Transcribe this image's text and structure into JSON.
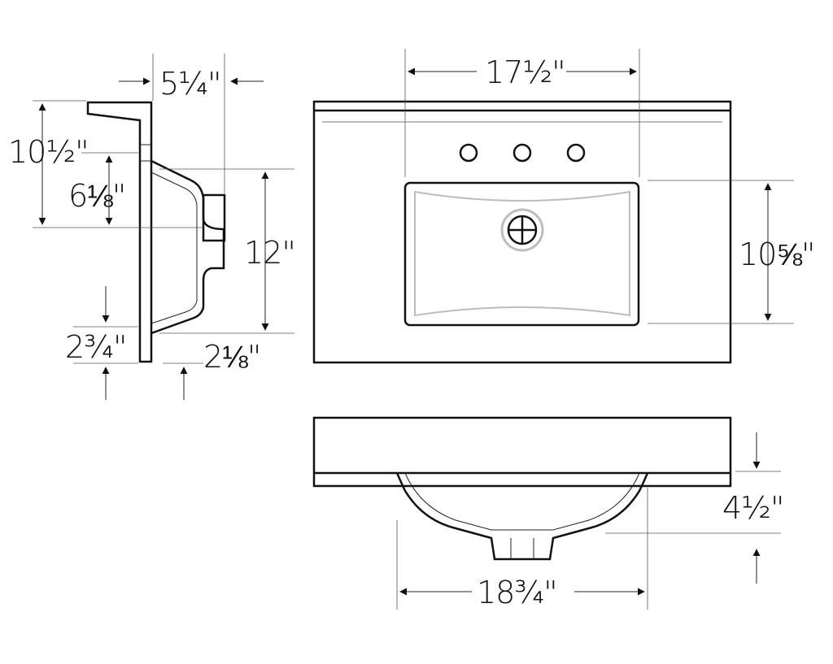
{
  "dimensions": {
    "side_width": "5¼\"",
    "side_total_height": "10½\"",
    "side_upper_height": "6⅛\"",
    "side_bowl_depth": "12\"",
    "side_deck_thickness": "2¾\"",
    "side_drain_offset": "2⅛\"",
    "top_bowl_width": "17½\"",
    "top_bowl_depth": "10⅝\"",
    "front_bowl_height": "4½\"",
    "front_bowl_width": "18¾\""
  }
}
